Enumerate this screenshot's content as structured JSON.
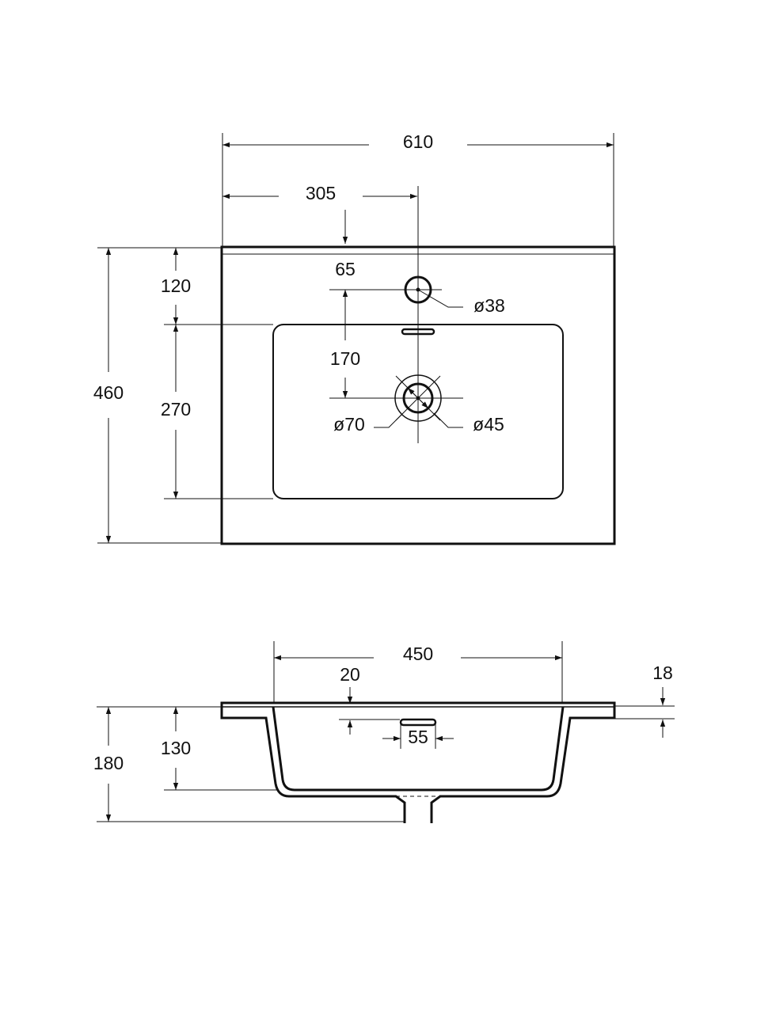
{
  "top_view": {
    "overall_width": "610",
    "half_width": "305",
    "overall_depth": "460",
    "front_margin": "120",
    "basin_depth": "270",
    "tap_offset": "65",
    "tap_to_drain": "170",
    "tap_hole_diameter": "ø38",
    "drain_outer_diameter": "ø70",
    "drain_inner_diameter": "ø45"
  },
  "side_view": {
    "basin_width": "450",
    "overflow_offset": "20",
    "overflow_width": "55",
    "slab_thickness": "18",
    "total_height": "180",
    "basin_height": "130"
  },
  "colors": {
    "line": "#111111",
    "background": "#ffffff"
  }
}
